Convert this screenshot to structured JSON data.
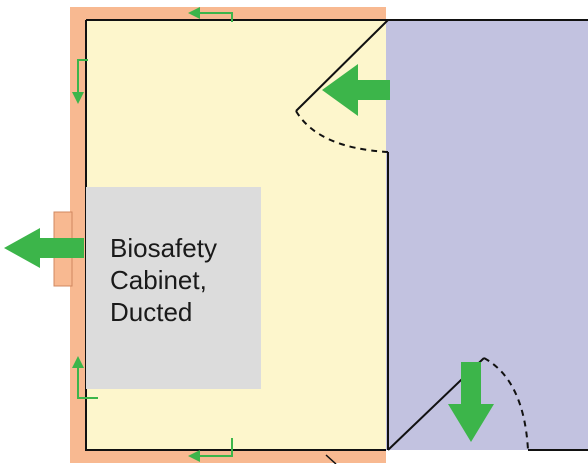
{
  "cabinet": {
    "label_lines": [
      "Biosafety",
      "Cabinet,",
      "Ducted"
    ]
  },
  "colors": {
    "lab_fill": "#fdf6cc",
    "wall_cavity": "#f8b991",
    "anteroom_fill": "#c2c2e0",
    "cabinet_fill": "#dcdcdc",
    "airflow_arrow": "#3cb54a",
    "outline": "#111111"
  },
  "icons": {
    "airflow": "green-arrow-icon",
    "small_airflow": "green-hook-arrow-icon"
  }
}
